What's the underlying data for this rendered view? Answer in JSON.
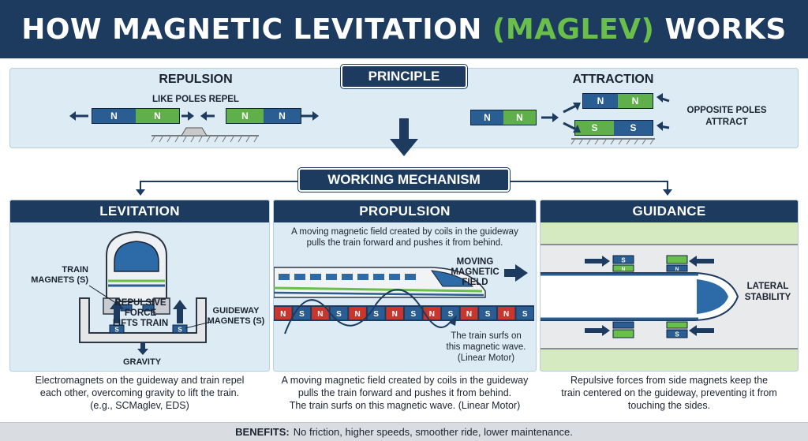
{
  "title": {
    "prefix": "HOW MAGNETIC LEVITATION ",
    "accent": "(MAGLEV)",
    "suffix": " WORKS"
  },
  "principle": {
    "label": "PRINCIPLE",
    "repulsion": {
      "heading": "REPULSION",
      "sublabel": "LIKE POLES REPEL",
      "magnet_a": [
        "N",
        "N"
      ],
      "magnet_b": [
        "N",
        "N"
      ]
    },
    "attraction": {
      "heading": "ATTRACTION",
      "note_line1": "OPPOSITE POLES",
      "note_line2": "ATTRACT",
      "left_magnet": [
        "N",
        "N"
      ],
      "top_magnet": [
        "N",
        "N"
      ],
      "bottom_magnet": [
        "S",
        "S"
      ]
    }
  },
  "mechanism_label": "WORKING MECHANISM",
  "levitation": {
    "heading": "LEVITATION",
    "train_magnets_line1": "TRAIN",
    "train_magnets_line2": "MAGNETS (S)",
    "force_line1": "REPULSIVE",
    "force_line2": "FORCE",
    "force_line3": "LIFTS TRAIN",
    "guideway_line1": "GUIDEWAY",
    "guideway_line2": "MAGNETS (S)",
    "gravity": "GRAVITY",
    "pole": "S",
    "caption_line1": "Electromagnets on the guideway and train repel",
    "caption_line2": "each other, overcoming gravity to lift the train.",
    "caption_line3": "(e.g., SCMaglev, EDS)"
  },
  "propulsion": {
    "heading": "PROPULSION",
    "top_line1": "A moving magnetic field created by coils in the guideway",
    "top_line2": "pulls the train forward and pushes it from behind.",
    "field_line1": "MOVING",
    "field_line2": "MAGNETIC",
    "field_line3": "FIELD",
    "track_poles": [
      "N",
      "S",
      "N",
      "S",
      "N",
      "S",
      "N",
      "S",
      "N",
      "S",
      "N",
      "S",
      "N",
      "S"
    ],
    "surf_line1": "The train surfs on",
    "surf_line2": "this magnetic wave.",
    "surf_line3": "(Linear Motor)",
    "caption_line1": "A moving magnetic field created by coils in the guideway",
    "caption_line2": "pulls the train forward and pushes it from behind.",
    "caption_line3": "The train surfs on this magnetic wave. (Linear Motor)"
  },
  "guidance": {
    "heading": "GUIDANCE",
    "stability_line1": "LATERAL",
    "stability_line2": "STABILITY",
    "pole_s": "S",
    "pole_n": "N",
    "caption_line1": "Repulsive forces from side magnets keep the",
    "caption_line2": "train centered on the guideway, preventing it from",
    "caption_line3": "touching the sides."
  },
  "benefits": {
    "label": "BENEFITS:",
    "text": "No friction, higher speeds, smoother ride, lower maintenance."
  },
  "colors": {
    "navy": "#1d3a5f",
    "magnet_blue": "#2a5d92",
    "magnet_green": "#5fb04b",
    "magnet_red": "#c8372d",
    "panel_bg": "#dcebf4",
    "guide_green": "#d6eac2"
  }
}
